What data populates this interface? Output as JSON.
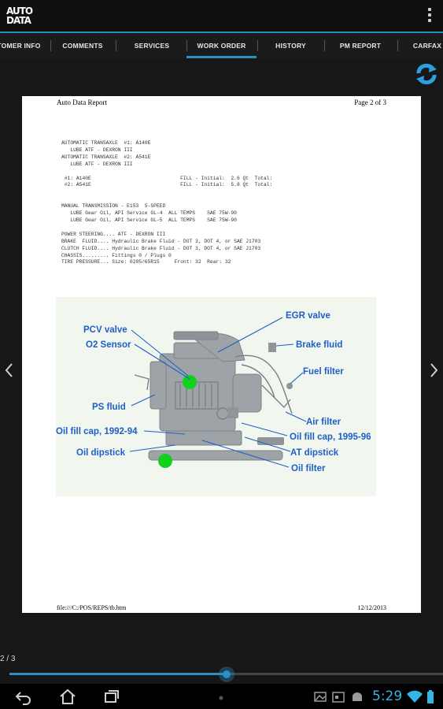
{
  "app": {
    "logo_line1": "AUTO",
    "logo_line2": "DATA"
  },
  "tabs": [
    {
      "label": "TOMER INFO"
    },
    {
      "label": "COMMENTS"
    },
    {
      "label": "SERVICES"
    },
    {
      "label": "WORK ORDER"
    },
    {
      "label": "HISTORY"
    },
    {
      "label": "PM REPORT"
    },
    {
      "label": "CARFAX"
    }
  ],
  "selected_tab": "WORK ORDER",
  "document": {
    "header_left": "Auto Data Report",
    "header_right": "Page 2 of 3",
    "footer_left": "file:///C:/POS/REPS/tb.htm",
    "footer_right": "12/12/2013",
    "lines": [
      "AUTOMATIC TRANSAXLE  #1: A140E",
      "   LUBE ATF - DEXRON III",
      "AUTOMATIC TRANSAXLE  #2: A541E",
      "   LUBE ATF - DEXRON III",
      "",
      " #1: A140E                              FILL - Initial:  2.6 Qt  Total:",
      " #2: A541E                              FILL - Initial:  5.8 Qt  Total:",
      "",
      "",
      "MANUAL TRANSMISSION - E153  5-SPEED",
      "   LUBE Gear Oil, API Service GL-4  ALL TEMPS    SAE 75W-90",
      "   LUBE Gear Oil, API Service GL-5  ALL TEMPS    SAE 75W-90",
      "",
      "POWER STEERING.... ATF - DEXRON III",
      "BRAKE  FLUID.... Hydraulic Brake Fluid - DOT 3, DOT 4, or SAE J1703",
      "CLUTCH FLUID.... Hydraulic Brake Fluid - DOT 3, DOT 4, or SAE J1703",
      "CHASSIS......... Fittings 0 / Plugs 0",
      "TIRE PRESSURE... Size: 0205/65R15     Front: 32  Rear: 32"
    ],
    "diagram_labels": {
      "egr_valve": "EGR valve",
      "pcv_valve": "PCV valve",
      "o2_sensor": "O2 Sensor",
      "brake_fluid": "Brake fluid",
      "fuel_filter": "Fuel filter",
      "ps_fluid": "PS fluid",
      "air_filter": "Air filter",
      "oil_fill_cap_1": "Oil fill cap, 1992-94",
      "oil_fill_cap_2": "Oil fill cap, 1995-96",
      "at_dipstick": "AT dipstick",
      "oil_dipstick": "Oil dipstick",
      "oil_filter": "Oil filter"
    }
  },
  "pager": {
    "indicator": "2 / 3",
    "progress": 0.5
  },
  "status": {
    "time": "5:29"
  },
  "colors": {
    "accent": "#2b8fc4",
    "label_blue": "#1f5fc7",
    "marker_green": "#11d11b",
    "clock": "#33b5e5"
  }
}
